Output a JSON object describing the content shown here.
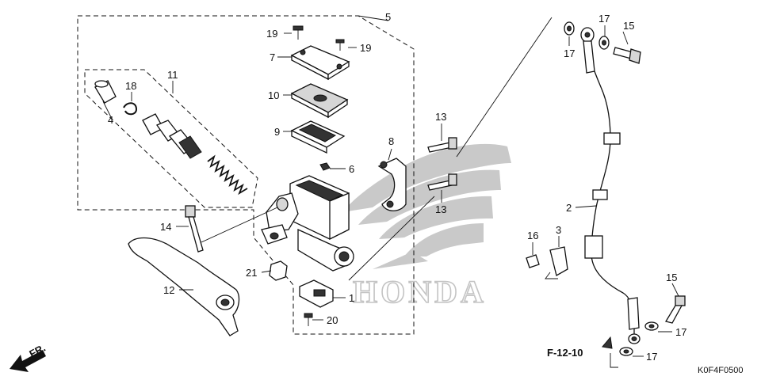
{
  "diagram_code": "K0F4F0500",
  "reference": "F-12-10",
  "brand_watermark": "HONDA",
  "front_marker": "FR.",
  "callouts": [
    {
      "id": "c5",
      "text": "5"
    },
    {
      "id": "c19a",
      "text": "19"
    },
    {
      "id": "c19b",
      "text": "19"
    },
    {
      "id": "c7",
      "text": "7"
    },
    {
      "id": "c10",
      "text": "10"
    },
    {
      "id": "c9",
      "text": "9"
    },
    {
      "id": "c6",
      "text": "6"
    },
    {
      "id": "c8",
      "text": "8"
    },
    {
      "id": "c11",
      "text": "11"
    },
    {
      "id": "c18",
      "text": "18"
    },
    {
      "id": "c4",
      "text": "4"
    },
    {
      "id": "c14",
      "text": "14"
    },
    {
      "id": "c12",
      "text": "12"
    },
    {
      "id": "c21",
      "text": "21"
    },
    {
      "id": "c1",
      "text": "1"
    },
    {
      "id": "c20",
      "text": "20"
    },
    {
      "id": "c13a",
      "text": "13"
    },
    {
      "id": "c13b",
      "text": "13"
    },
    {
      "id": "c17a",
      "text": "17"
    },
    {
      "id": "c17b",
      "text": "17"
    },
    {
      "id": "c15a",
      "text": "15"
    },
    {
      "id": "c2",
      "text": "2"
    },
    {
      "id": "c16",
      "text": "16"
    },
    {
      "id": "c3",
      "text": "3"
    },
    {
      "id": "c15b",
      "text": "15"
    },
    {
      "id": "c17c",
      "text": "17"
    },
    {
      "id": "c17d",
      "text": "17"
    }
  ]
}
